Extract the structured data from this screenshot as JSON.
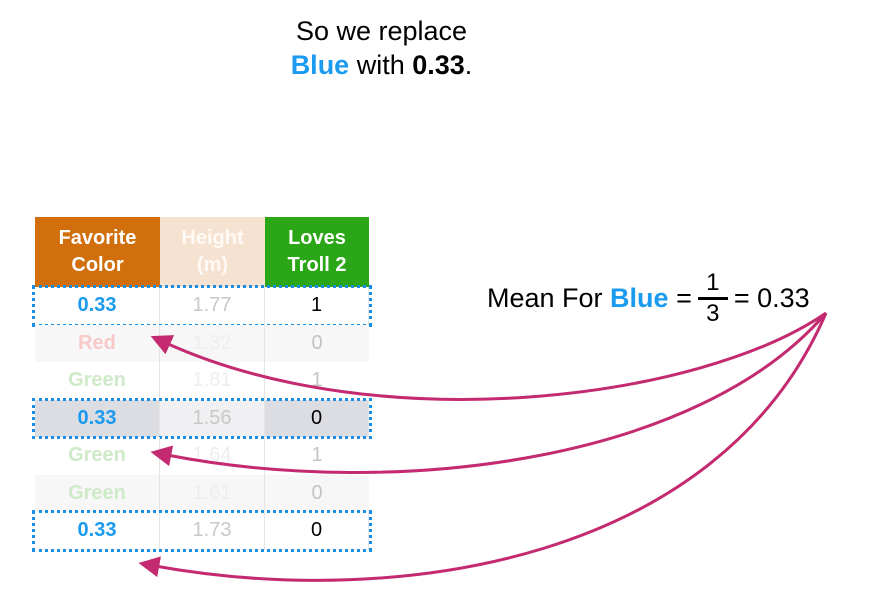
{
  "title": {
    "line1": "So we replace",
    "blue_word": "Blue",
    "with_text": " with ",
    "value": "0.33",
    "period": "."
  },
  "table": {
    "headers": [
      {
        "line1": "Favorite",
        "line2": "Color"
      },
      {
        "line1": "Height",
        "line2": "(m)"
      },
      {
        "line1": "Loves",
        "line2": "Troll 2"
      }
    ],
    "rows": [
      {
        "favorite_color": "0.33",
        "height": "1.77",
        "loves_troll2": "1",
        "replaced": true
      },
      {
        "favorite_color": "Red",
        "height": "1.32",
        "loves_troll2": "0",
        "replaced": false
      },
      {
        "favorite_color": "Green",
        "height": "1.81",
        "loves_troll2": "1",
        "replaced": false
      },
      {
        "favorite_color": "0.33",
        "height": "1.56",
        "loves_troll2": "0",
        "replaced": true
      },
      {
        "favorite_color": "Green",
        "height": "1.64",
        "loves_troll2": "1",
        "replaced": false
      },
      {
        "favorite_color": "Green",
        "height": "1.61",
        "loves_troll2": "0",
        "replaced": false
      },
      {
        "favorite_color": "0.33",
        "height": "1.73",
        "loves_troll2": "0",
        "replaced": true
      }
    ]
  },
  "formula": {
    "prefix": "Mean For ",
    "blue_word": "Blue",
    "equals1": " =",
    "numerator": "1",
    "denominator": "3",
    "equals2": "= 0.33"
  },
  "colors": {
    "accent_blue": "#1a9bf0",
    "header_favorite": "#d06f0c",
    "header_height": "#f6e2d1",
    "header_loves": "#2aa617",
    "arrow": "#c42a6f"
  }
}
